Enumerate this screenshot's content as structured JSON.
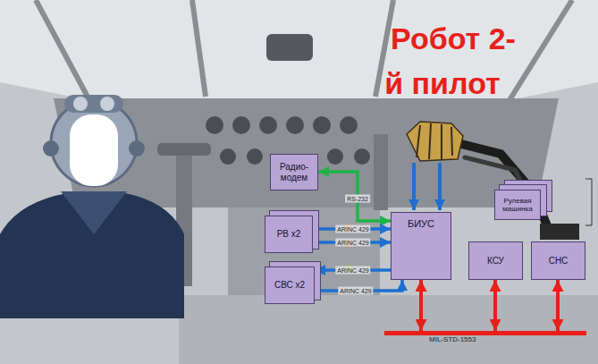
{
  "diagram": {
    "title": "Робот 2-й пилот",
    "nodes": [
      {
        "text": [
          "Радио- модем"
        ]
      },
      {
        "text": [
          "РВ x2"
        ]
      },
      {
        "text": [
          "СВС x2"
        ]
      },
      {
        "text": [
          "БИУС"
        ]
      },
      {
        "text": [
          "КСУ"
        ]
      },
      {
        "text": [
          "СНС"
        ]
      },
      {
        "text": [
          "Рулевая машинка"
        ]
      },
      {
        "text": [
          "MIL-STD-1553"
        ]
      }
    ],
    "edges": [
      {
        "from": 3,
        "to": 0,
        "arrow": "both",
        "label": "RS-232"
      },
      {
        "from": 1,
        "to": 3,
        "arrow": "to",
        "label": "ARINC 429"
      },
      {
        "from": 1,
        "to": 3,
        "arrow": "to",
        "label": "ARINC 429"
      },
      {
        "from": 3,
        "to": 2,
        "arrow": "to",
        "label": "ARINC 429"
      },
      {
        "from": 2,
        "to": 3,
        "arrow": "to",
        "label": "ARINC 429"
      },
      {
        "from": 3,
        "to": 7,
        "arrow": "both"
      },
      {
        "from": 4,
        "to": 7,
        "arrow": "both"
      },
      {
        "from": 5,
        "to": 7,
        "arrow": "both"
      }
    ]
  }
}
